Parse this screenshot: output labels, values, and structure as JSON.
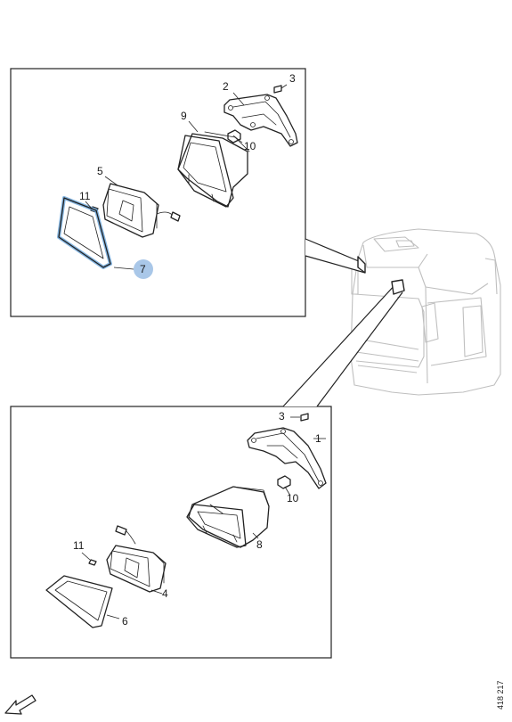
{
  "diagram": {
    "highlight_color": "#6fa8dc",
    "callout_color": "#a9c7e8",
    "upper_detail": {
      "callouts": [
        {
          "id": "2",
          "label": "2"
        },
        {
          "id": "3",
          "label": "3"
        },
        {
          "id": "9",
          "label": "9"
        },
        {
          "id": "10",
          "label": "10"
        },
        {
          "id": "5",
          "label": "5"
        },
        {
          "id": "11",
          "label": "11"
        },
        {
          "id": "7",
          "label": "7",
          "highlighted": true
        }
      ]
    },
    "lower_detail": {
      "callouts": [
        {
          "id": "3",
          "label": "3"
        },
        {
          "id": "1",
          "label": "1"
        },
        {
          "id": "10",
          "label": "10"
        },
        {
          "id": "8",
          "label": "8"
        },
        {
          "id": "11",
          "label": "11"
        },
        {
          "id": "4",
          "label": "4"
        },
        {
          "id": "6",
          "label": "6"
        }
      ]
    },
    "reference_code": "418 217",
    "direction_icon": "arrow-front-left-icon"
  }
}
